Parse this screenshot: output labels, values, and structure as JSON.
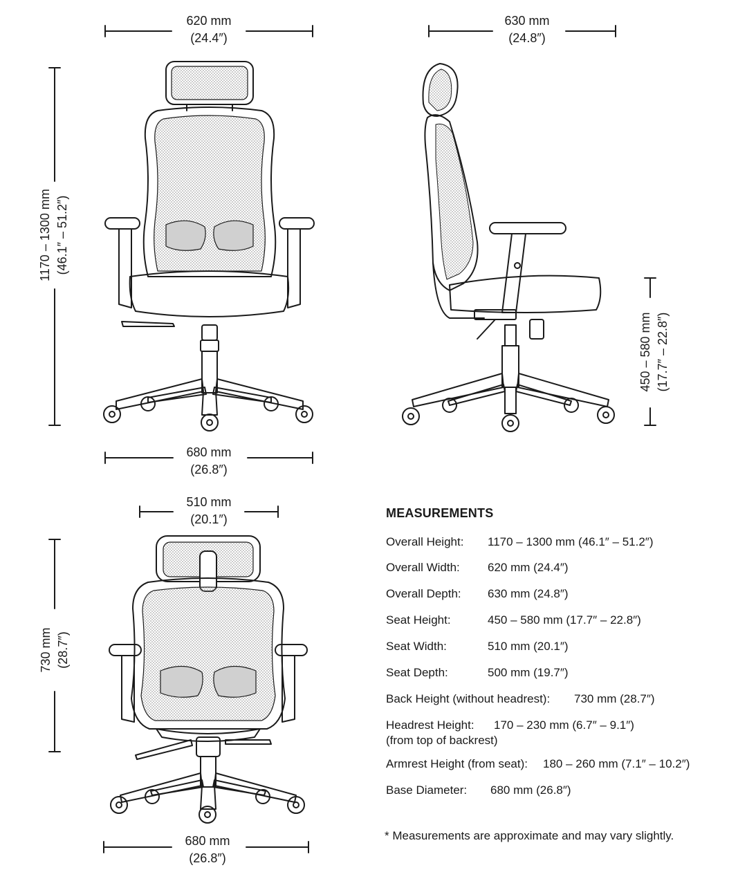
{
  "front_view": {
    "width_top": {
      "mm": "620 mm",
      "in": "(24.4″)"
    },
    "height": {
      "mm": "1170 – 1300 mm",
      "in": "(46.1″ – 51.2″)"
    },
    "base_width": {
      "mm": "680 mm",
      "in": "(26.8″)"
    }
  },
  "side_view": {
    "depth": {
      "mm": "630 mm",
      "in": "(24.8″)"
    },
    "seat_height": {
      "mm": "450 – 580 mm",
      "in": "(17.7″ – 22.8″)"
    }
  },
  "back_view": {
    "seat_width": {
      "mm": "510 mm",
      "in": "(20.1″)"
    },
    "back_height": {
      "mm": "730 mm",
      "in": "(28.7″)"
    },
    "base_width": {
      "mm": "680 mm",
      "in": "(26.8″)"
    }
  },
  "measurements": {
    "title": "MEASUREMENTS",
    "rows": [
      {
        "label": "Overall Height:",
        "value": "1170 – 1300 mm (46.1″ – 51.2″)",
        "note": ""
      },
      {
        "label": "Overall Width:",
        "value": "620 mm (24.4″)",
        "note": ""
      },
      {
        "label": "Overall Depth:",
        "value": "630 mm (24.8″)",
        "note": ""
      },
      {
        "label": "Seat Height:",
        "value": "450 – 580 mm (17.7″  – 22.8″)",
        "note": ""
      },
      {
        "label": "Seat Width:",
        "value": "510 mm (20.1″)",
        "note": ""
      },
      {
        "label": "Seat Depth:",
        "value": "500 mm (19.7″)",
        "note": ""
      },
      {
        "label": "Back Height (without headrest):",
        "value": "730 mm (28.7″)",
        "note": ""
      },
      {
        "label": "Headrest Height:",
        "value": "170 – 230 mm (6.7″  – 9.1″)",
        "note": "(from top of backrest)"
      },
      {
        "label": "Armrest Height (from seat):",
        "value": "180 – 260 mm (7.1″ – 10.2″)",
        "note": ""
      },
      {
        "label": "Base Diameter:",
        "value": "680 mm (26.8″)",
        "note": ""
      }
    ],
    "footnote": "* Measurements are approximate and may vary slightly."
  }
}
